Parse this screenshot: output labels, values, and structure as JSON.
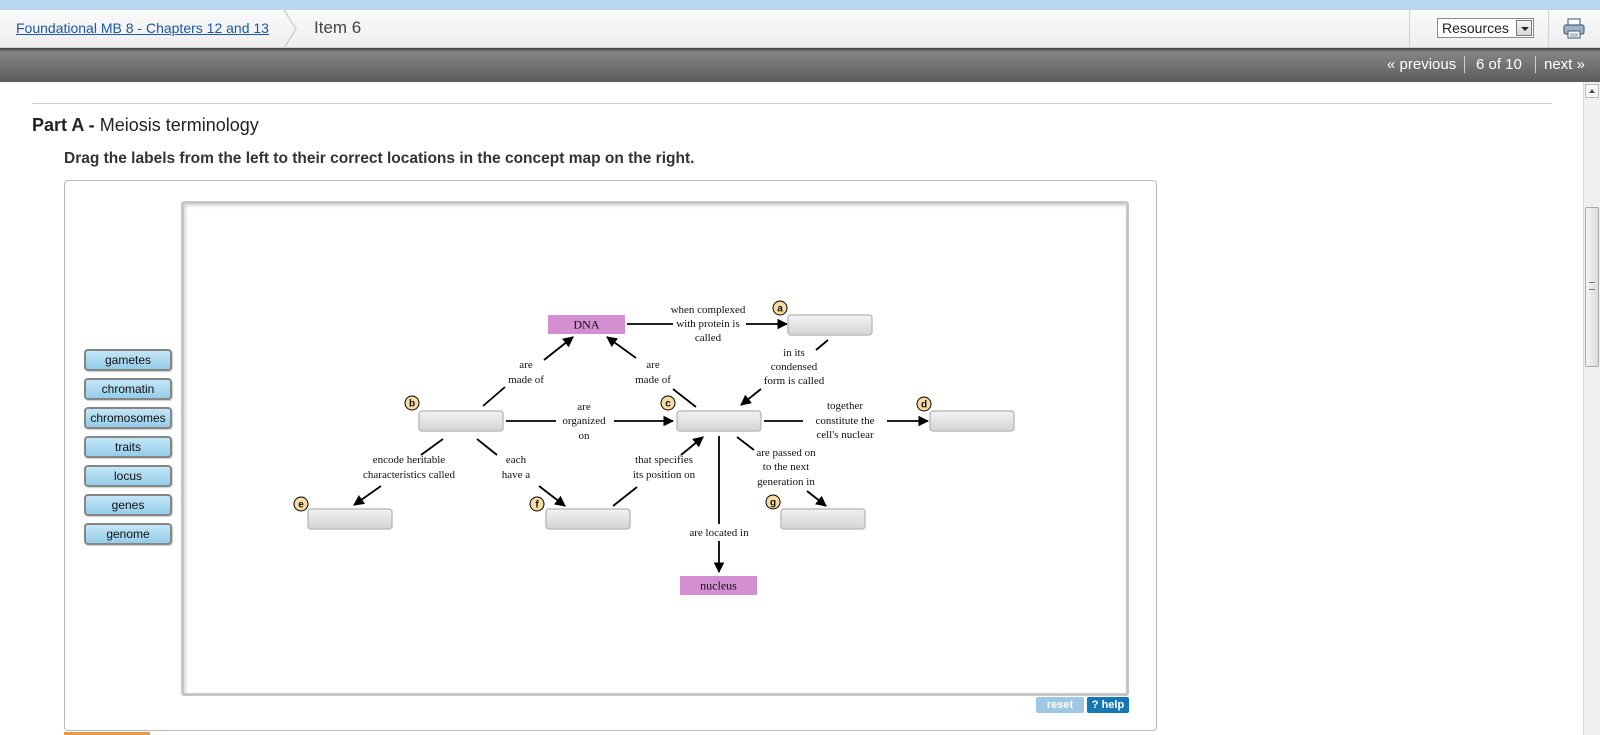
{
  "header": {
    "breadcrumb_link": "Foundational MB 8 - Chapters 12 and 13",
    "current_item": "Item 6",
    "resources_label": "Resources",
    "print_icon": "printer-icon"
  },
  "nav": {
    "previous": "« previous",
    "position": "6 of 10",
    "next": "next »"
  },
  "part": {
    "prefix": "Part A -",
    "title": "Meiosis terminology"
  },
  "instruction": "Drag the labels from the left to their correct locations in the concept map on the right.",
  "labels": [
    "gametes",
    "chromatin",
    "chromosomes",
    "traits",
    "locus",
    "genes",
    "genome"
  ],
  "concept_map": {
    "fixed_nodes": {
      "dna": "DNA",
      "nucleus": "nucleus"
    },
    "target_letters": {
      "a": "a",
      "b": "b",
      "c": "c",
      "d": "d",
      "e": "e",
      "f": "f",
      "g": "g"
    },
    "links": {
      "dna_a": [
        "when complexed",
        "with protein is",
        "called"
      ],
      "a_c": [
        "in its",
        "condensed",
        "form is called"
      ],
      "b_dna": [
        "are",
        "made of"
      ],
      "c_dna": [
        "are",
        "made of"
      ],
      "b_c": [
        "are",
        "organized",
        "on"
      ],
      "c_d": [
        "together",
        "constitute the",
        "cell's nuclear"
      ],
      "b_e": [
        "encode heritable",
        "characteristics called"
      ],
      "b_f": [
        "each",
        "have a"
      ],
      "f_c": [
        "that specifies",
        "its position on"
      ],
      "c_g": [
        "are passed on",
        "to the next",
        "generation in"
      ],
      "c_nucleus": [
        "are located in"
      ]
    },
    "node_color": "#d48fd2"
  },
  "buttons": {
    "reset": "reset",
    "help": "? help"
  }
}
